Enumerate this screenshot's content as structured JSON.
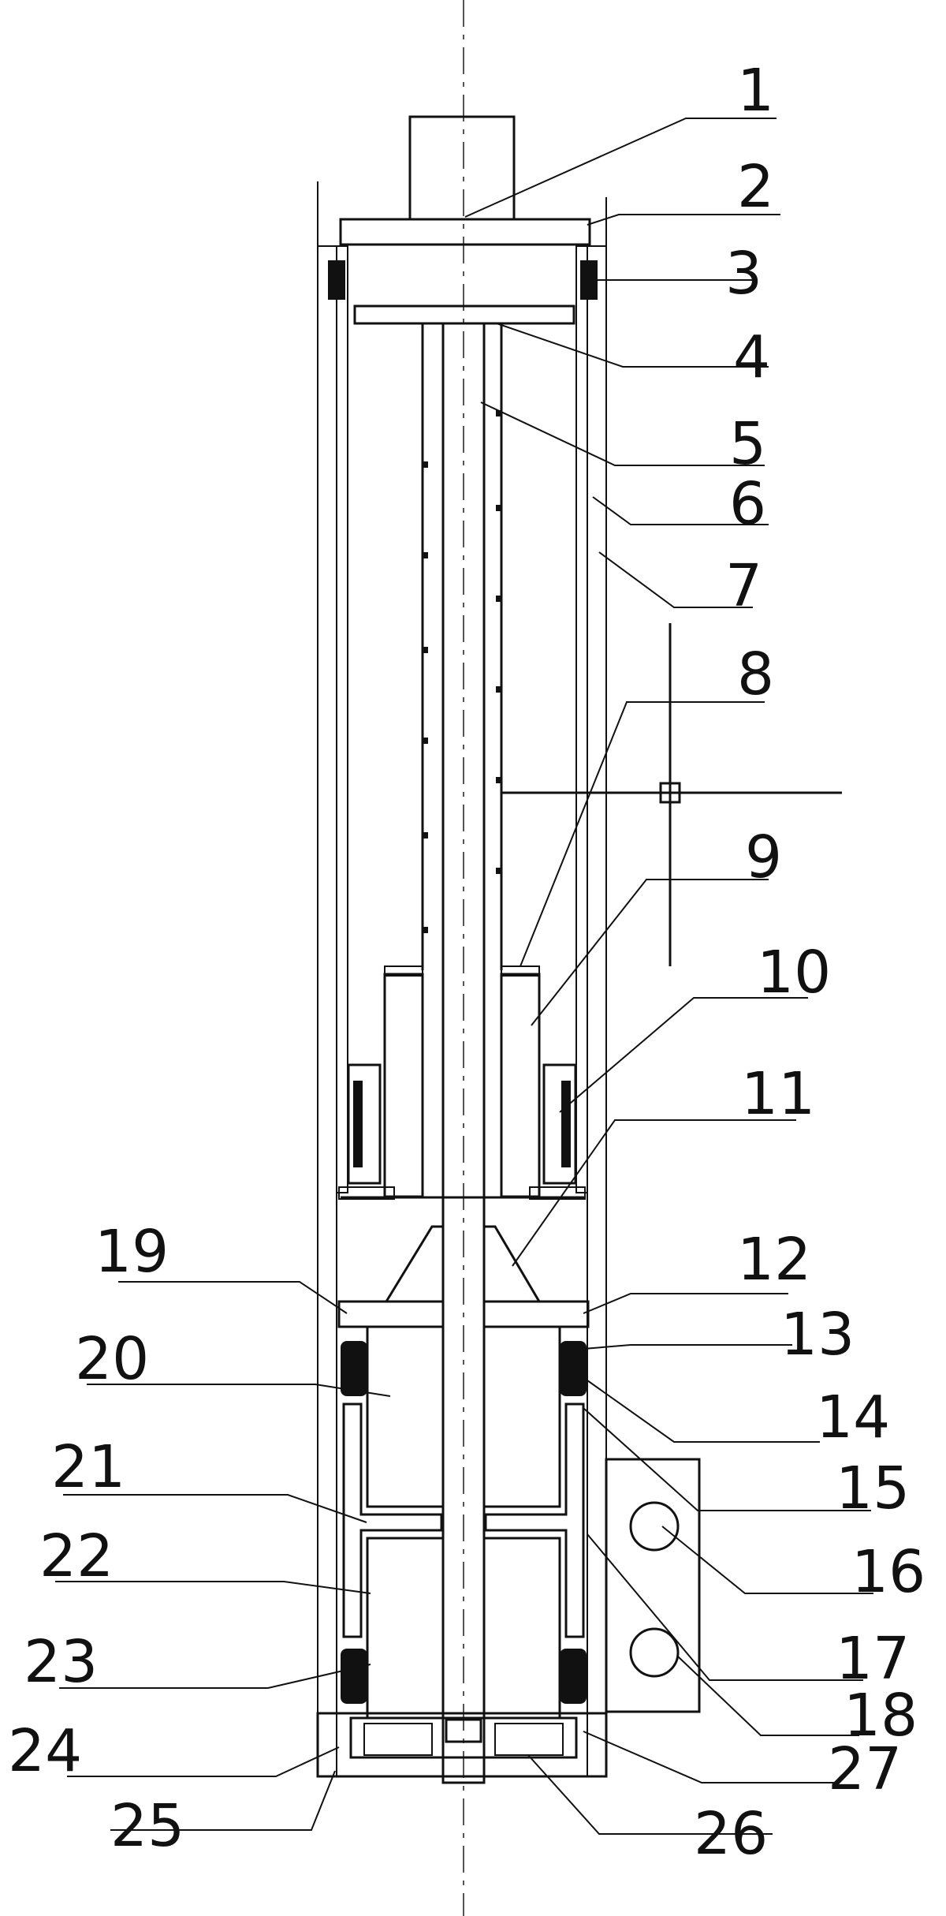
{
  "figure": {
    "labels": [
      {
        "id": "1",
        "text": "1"
      },
      {
        "id": "2",
        "text": "2"
      },
      {
        "id": "3",
        "text": "3"
      },
      {
        "id": "4",
        "text": "4"
      },
      {
        "id": "5",
        "text": "5"
      },
      {
        "id": "6",
        "text": "6"
      },
      {
        "id": "7",
        "text": "7"
      },
      {
        "id": "8",
        "text": "8"
      },
      {
        "id": "9",
        "text": "9"
      },
      {
        "id": "10",
        "text": "10"
      },
      {
        "id": "11",
        "text": "11"
      },
      {
        "id": "12",
        "text": "12"
      },
      {
        "id": "13",
        "text": "13"
      },
      {
        "id": "14",
        "text": "14"
      },
      {
        "id": "15",
        "text": "15"
      },
      {
        "id": "16",
        "text": "16"
      },
      {
        "id": "17",
        "text": "17"
      },
      {
        "id": "18",
        "text": "18"
      },
      {
        "id": "19",
        "text": "19"
      },
      {
        "id": "20",
        "text": "20"
      },
      {
        "id": "21",
        "text": "21"
      },
      {
        "id": "22",
        "text": "22"
      },
      {
        "id": "23",
        "text": "23"
      },
      {
        "id": "24",
        "text": "24"
      },
      {
        "id": "25",
        "text": "25"
      },
      {
        "id": "26",
        "text": "26"
      },
      {
        "id": "27",
        "text": "27"
      }
    ]
  }
}
